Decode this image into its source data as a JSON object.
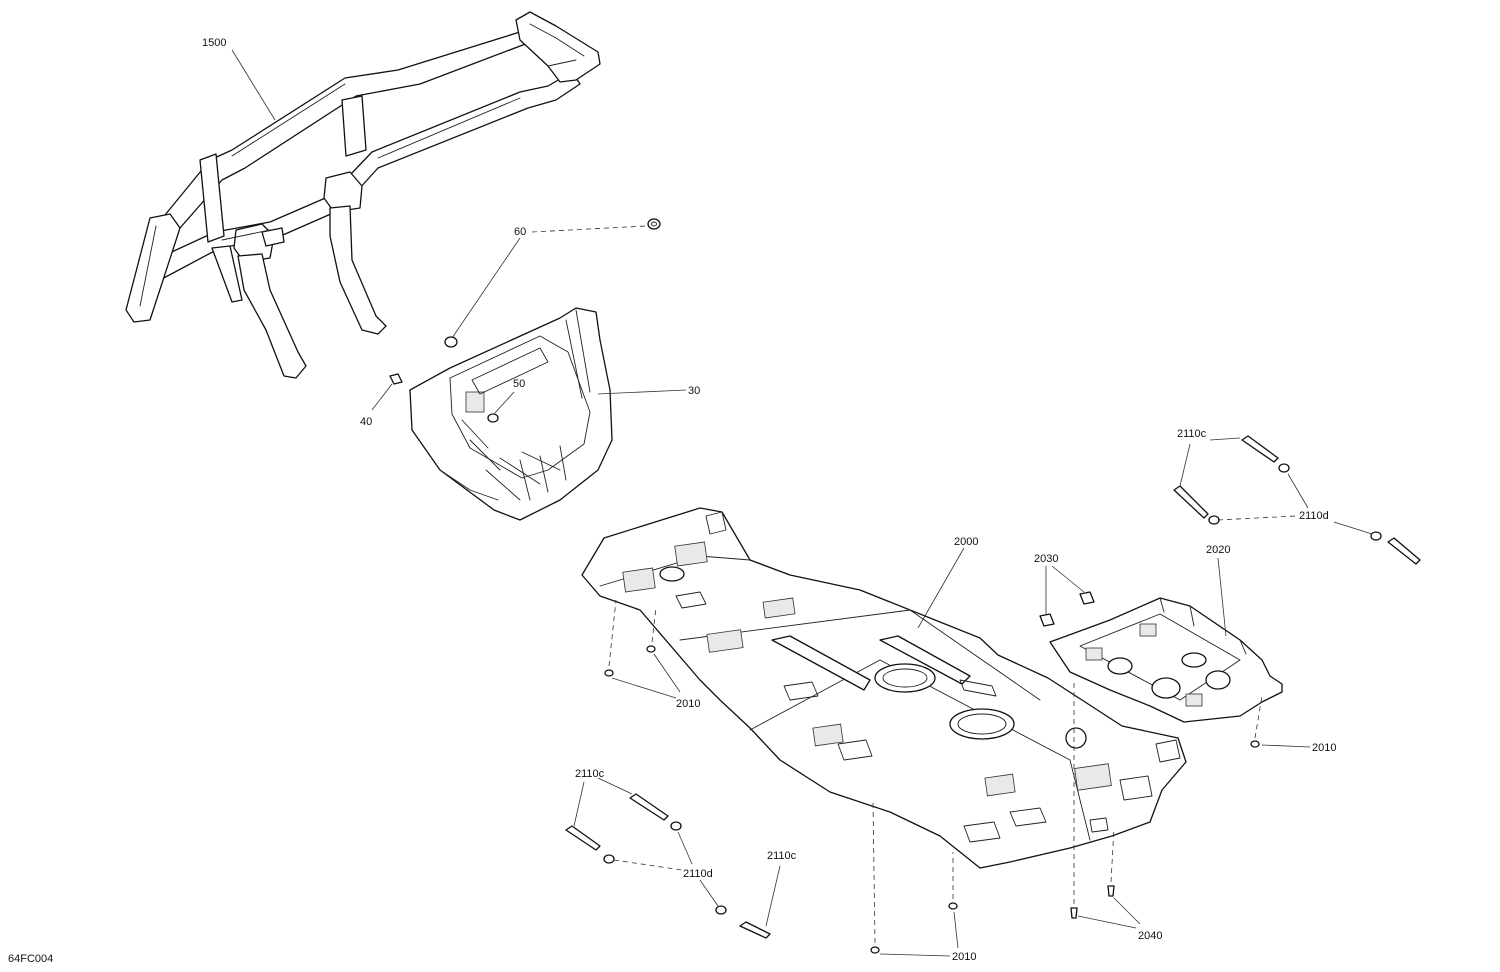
{
  "diagram_code": "64FC004",
  "callouts": {
    "c1500": "1500",
    "c60": "60",
    "c50": "50",
    "c30": "30",
    "c40": "40",
    "c2000": "2000",
    "c2030": "2030",
    "c2020": "2020",
    "c2110c_right": "2110c",
    "c2110d_right": "2110d",
    "c2010_left": "2010",
    "c2010_right": "2010",
    "c2010_bottom": "2010",
    "c2040": "2040",
    "c2110c_left": "2110c",
    "c2110d_left": "2110d",
    "c2110c_bottom": "2110c"
  }
}
